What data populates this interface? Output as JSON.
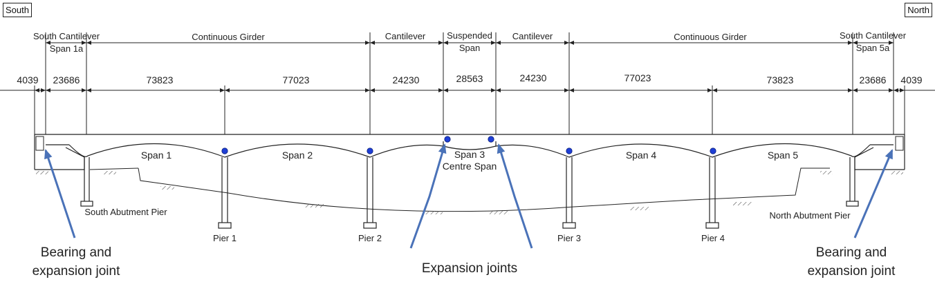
{
  "directions": {
    "south": "South",
    "north": "North"
  },
  "segments": [
    {
      "label": "South Cantilever",
      "label2": ""
    },
    {
      "label": "Span 1a",
      "label2": ""
    },
    {
      "label": "Continuous Girder",
      "label2": ""
    },
    {
      "label": "Cantilever",
      "label2": ""
    },
    {
      "label": "Suspended",
      "label2": "Span"
    },
    {
      "label": "Cantilever",
      "label2": ""
    },
    {
      "label": "Continuous Girder",
      "label2": ""
    },
    {
      "label": "South Cantilever",
      "label2": ""
    },
    {
      "label": "Span 5a",
      "label2": ""
    }
  ],
  "dimensions": [
    "4039",
    "23686",
    "73823",
    "77023",
    "24230",
    "28563",
    "24230",
    "77023",
    "73823",
    "23686",
    "4039"
  ],
  "spans": [
    {
      "label": "Span 1",
      "label2": ""
    },
    {
      "label": "Span 2",
      "label2": ""
    },
    {
      "label": "Span 3",
      "label2": "Centre Span"
    },
    {
      "label": "Span 4",
      "label2": ""
    },
    {
      "label": "Span 5",
      "label2": ""
    }
  ],
  "piers": [
    "South Abutment Pier",
    "Pier 1",
    "Pier 2",
    "Pier 3",
    "Pier 4",
    "North Abutment Pier"
  ],
  "callouts": {
    "left": [
      "Bearing and",
      "expansion joint"
    ],
    "center": [
      "Expansion joints"
    ],
    "right": [
      "Bearing and",
      "expansion joint"
    ]
  },
  "colors": {
    "arrow": "#4a72b8",
    "joint": "#1f3fd6",
    "line": "#222222"
  }
}
